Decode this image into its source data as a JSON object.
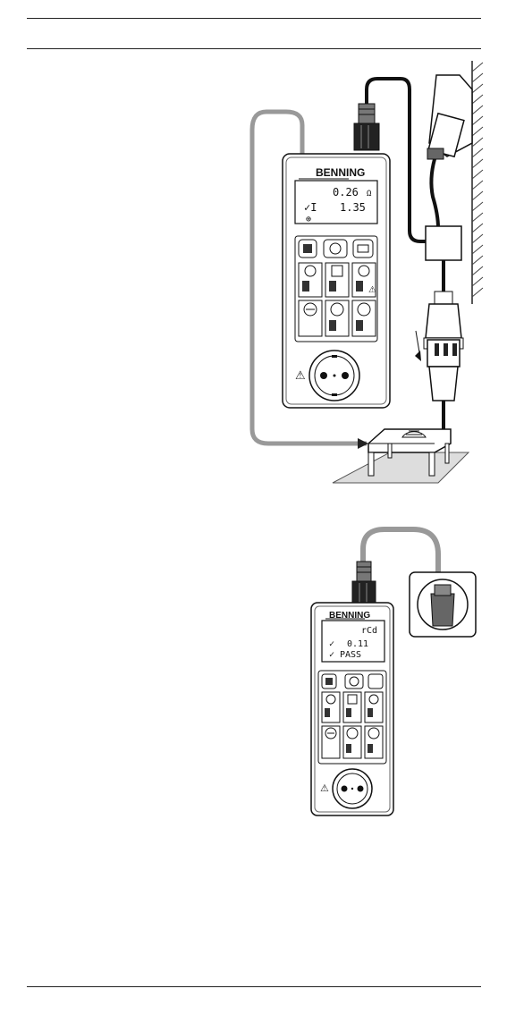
{
  "figure1": {
    "brand": "BENNING",
    "display": {
      "line1_value": "0.26",
      "line1_unit": "Ω",
      "line2_check": "✓I",
      "line2_value": "1.35",
      "status_symbol": "⊕"
    },
    "warning_symbol": "⚠"
  },
  "figure2": {
    "brand": "BENNING",
    "display": {
      "line1_value": "rCd",
      "line2_check": "✓",
      "line2_value": "0.11",
      "line3_check": "✓",
      "line3_value": "PASS"
    },
    "warning_symbol": "⚠"
  },
  "icons": [
    "pe-test-button",
    "insulation-test-button",
    "leakage-test-button",
    "rcd-test-button",
    "start-button",
    "mains-socket-icon",
    "warning-icon",
    "cee-plug-icon",
    "wall-socket-icon",
    "grounded-table-icon"
  ]
}
